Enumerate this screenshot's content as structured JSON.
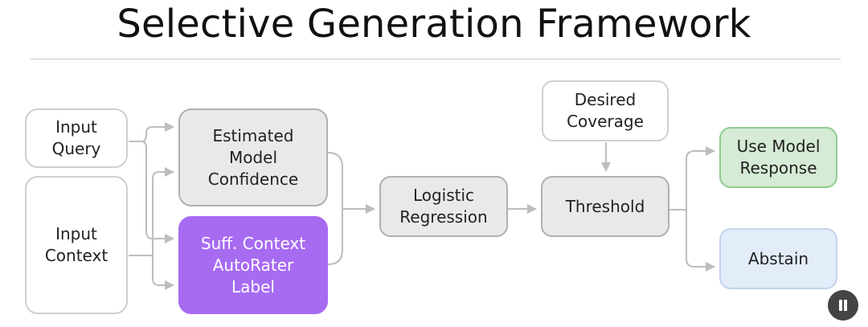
{
  "title": "Selective Generation Framework",
  "nodes": {
    "input_query": "Input\nQuery",
    "input_context": "Input\nContext",
    "estimated_confidence": "Estimated\nModel\nConfidence",
    "suff_context": "Suff. Context\nAutoRater\nLabel",
    "logistic_regression": "Logistic\nRegression",
    "desired_coverage": "Desired\nCoverage",
    "threshold": "Threshold",
    "use_model_response": "Use Model\nResponse",
    "abstain": "Abstain"
  },
  "colors": {
    "arrow": "#bdbdbd",
    "purple_box": "#a76bf2",
    "grey_box": "#e9e9e9",
    "green_box": "#d5ebd5",
    "blue_box": "#e3ecf9"
  },
  "controls": {
    "pause_icon": "pause-icon"
  }
}
